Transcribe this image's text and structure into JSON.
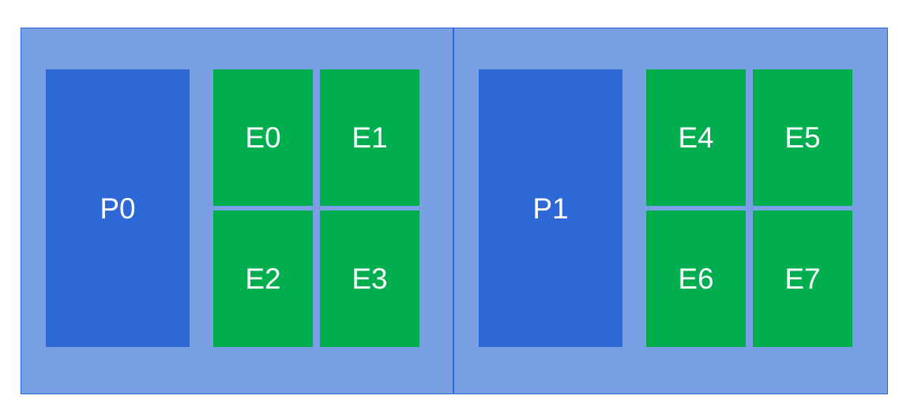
{
  "groups": [
    {
      "primary": "P0",
      "experts": [
        "E0",
        "E1",
        "E2",
        "E3"
      ]
    },
    {
      "primary": "P1",
      "experts": [
        "E4",
        "E5",
        "E6",
        "E7"
      ]
    }
  ],
  "colors": {
    "group_background": "#7aa0e4",
    "group_border": "#2e67d6",
    "primary_block": "#2e67d6",
    "expert_block": "#00ae4f",
    "label_text": "#ffffff"
  }
}
